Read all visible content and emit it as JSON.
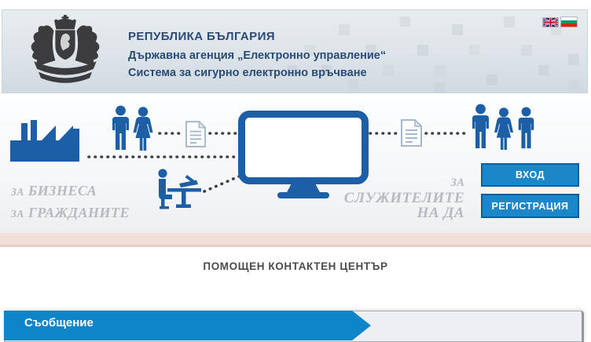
{
  "header": {
    "org_line1": "РЕПУБЛИКА БЪЛГАРИЯ",
    "org_line2": "Държавна агенция „Електронно управление“",
    "org_line3": "Система за сигурно електронно връчване",
    "coat_of_arms_icon": "bulgaria-coat-of-arms",
    "languages": [
      {
        "name": "english",
        "icon": "uk-flag"
      },
      {
        "name": "bulgarian",
        "icon": "bulgaria-flag"
      }
    ]
  },
  "hero": {
    "icons": [
      "factory",
      "man",
      "woman",
      "document",
      "monitor",
      "person-at-desk",
      "document",
      "man",
      "woman",
      "man"
    ],
    "audience_left": [
      {
        "prefix": "ЗА",
        "label": "БИЗНЕСА"
      },
      {
        "prefix": "ЗА",
        "label": "ГРАЖДАНИТЕ"
      }
    ],
    "audience_right": {
      "line1": "ЗА",
      "line2": "СЛУЖИТЕЛИТЕ",
      "line3": "НА ДА"
    },
    "buttons": {
      "login": "ВХОД",
      "register": "РЕГИСТРАЦИЯ"
    }
  },
  "contact": {
    "title": "ПОМОЩЕН КОНТАКТЕН ЦЕНТЪР"
  },
  "message_panel": {
    "title": "Съобщение"
  },
  "colors": {
    "icon_blue": "#1d5fa6",
    "button_blue": "#1b86c8",
    "button_border": "#0d5e9e",
    "ribbon_blue": "#0e85c9",
    "header_text": "#2a4a78",
    "muted_label": "#b5bac2",
    "pink_strip": "#f2ded9",
    "dotted_line": "#3c4147"
  }
}
